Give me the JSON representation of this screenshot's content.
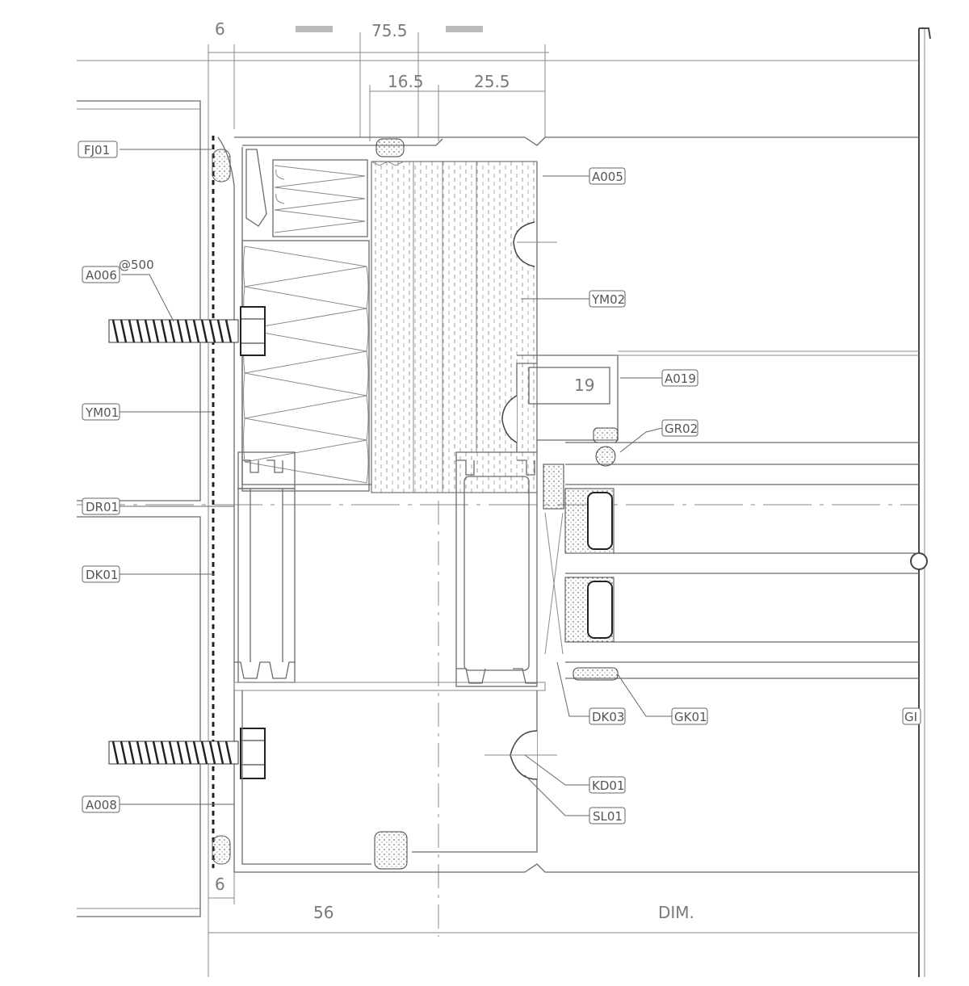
{
  "dimensions": {
    "top_partial_left": "6",
    "top_partial_mid": "75.5",
    "dim_16_5": "16.5",
    "dim_25_5": "25.5",
    "dim_19": "19",
    "bottom_6": "6",
    "bottom_56": "56",
    "bottom_dim": "DIM."
  },
  "labels": {
    "fj01": "FJ01",
    "a006": "A006",
    "spacing": "@500",
    "ym01": "YM01",
    "dr01": "DR01",
    "dk01": "DK01",
    "a008": "A008",
    "a005": "A005",
    "ym02": "YM02",
    "a019": "A019",
    "gr02": "GR02",
    "dk03": "DK03",
    "gk01": "GK01",
    "kd01": "KD01",
    "sl01": "SL01",
    "cut_label": "GI"
  }
}
